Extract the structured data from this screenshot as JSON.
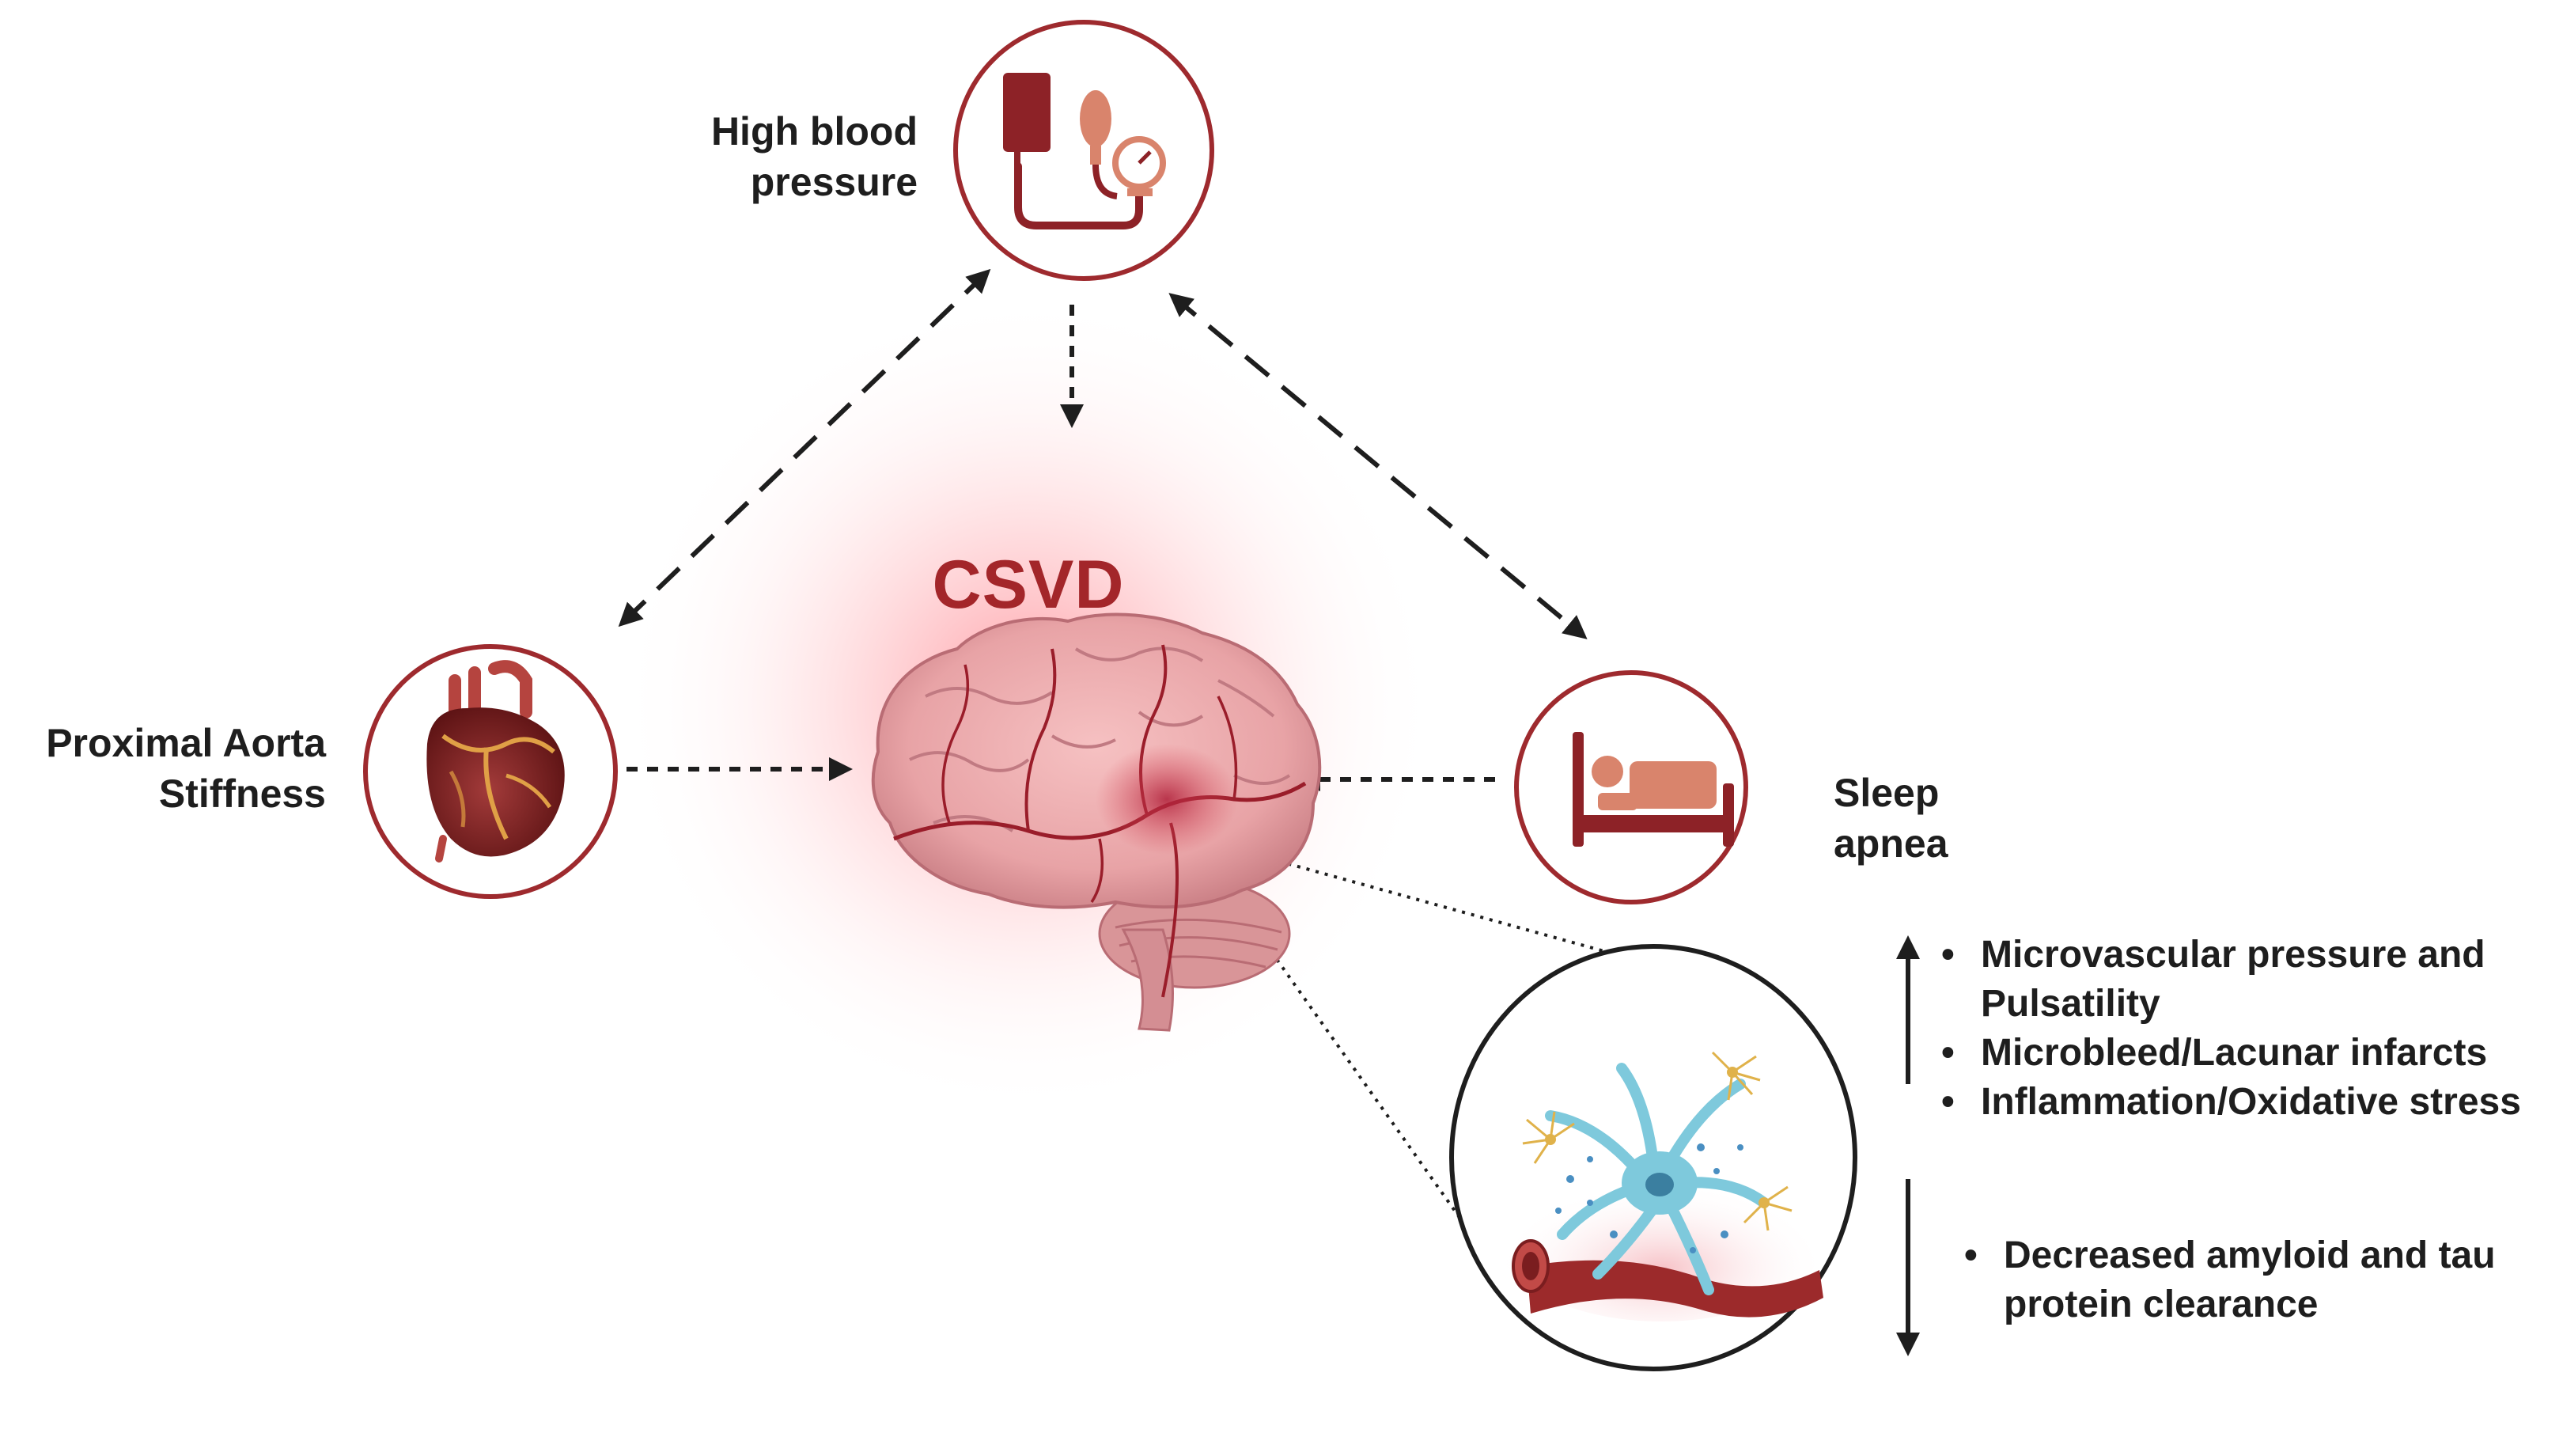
{
  "center": {
    "title": "CSVD"
  },
  "risk_factors": {
    "top": {
      "line1": "High blood",
      "line2": "pressure",
      "icon": "blood-pressure-monitor-icon"
    },
    "left": {
      "line1": "Proximal Aorta",
      "line2": "Stiffness",
      "icon": "heart-icon"
    },
    "right": {
      "line1": "Sleep",
      "line2": "apnea",
      "icon": "bed-icon"
    }
  },
  "effects": {
    "increased": [
      "Microvascular pressure and Pulsatility",
      "Microbleed/Lacunar infarcts",
      "Inflammation/Oxidative stress"
    ],
    "increased_wrap": [
      "Microvascular pressure and",
      "Pulsatility"
    ],
    "decreased": [
      "Decreased amyloid and tau protein clearance"
    ],
    "decreased_wrap": [
      "Decreased amyloid and tau",
      "protein clearance"
    ]
  },
  "zoom_icon": "neuron-and-vessel-icon",
  "colors": {
    "circle_border": "#9e2a2e",
    "accent_red": "#a3262a",
    "icon_dark": "#8d2227",
    "icon_light": "#d9846c",
    "neuron": "#7ec9dc",
    "glow": "#ff9aa0"
  }
}
